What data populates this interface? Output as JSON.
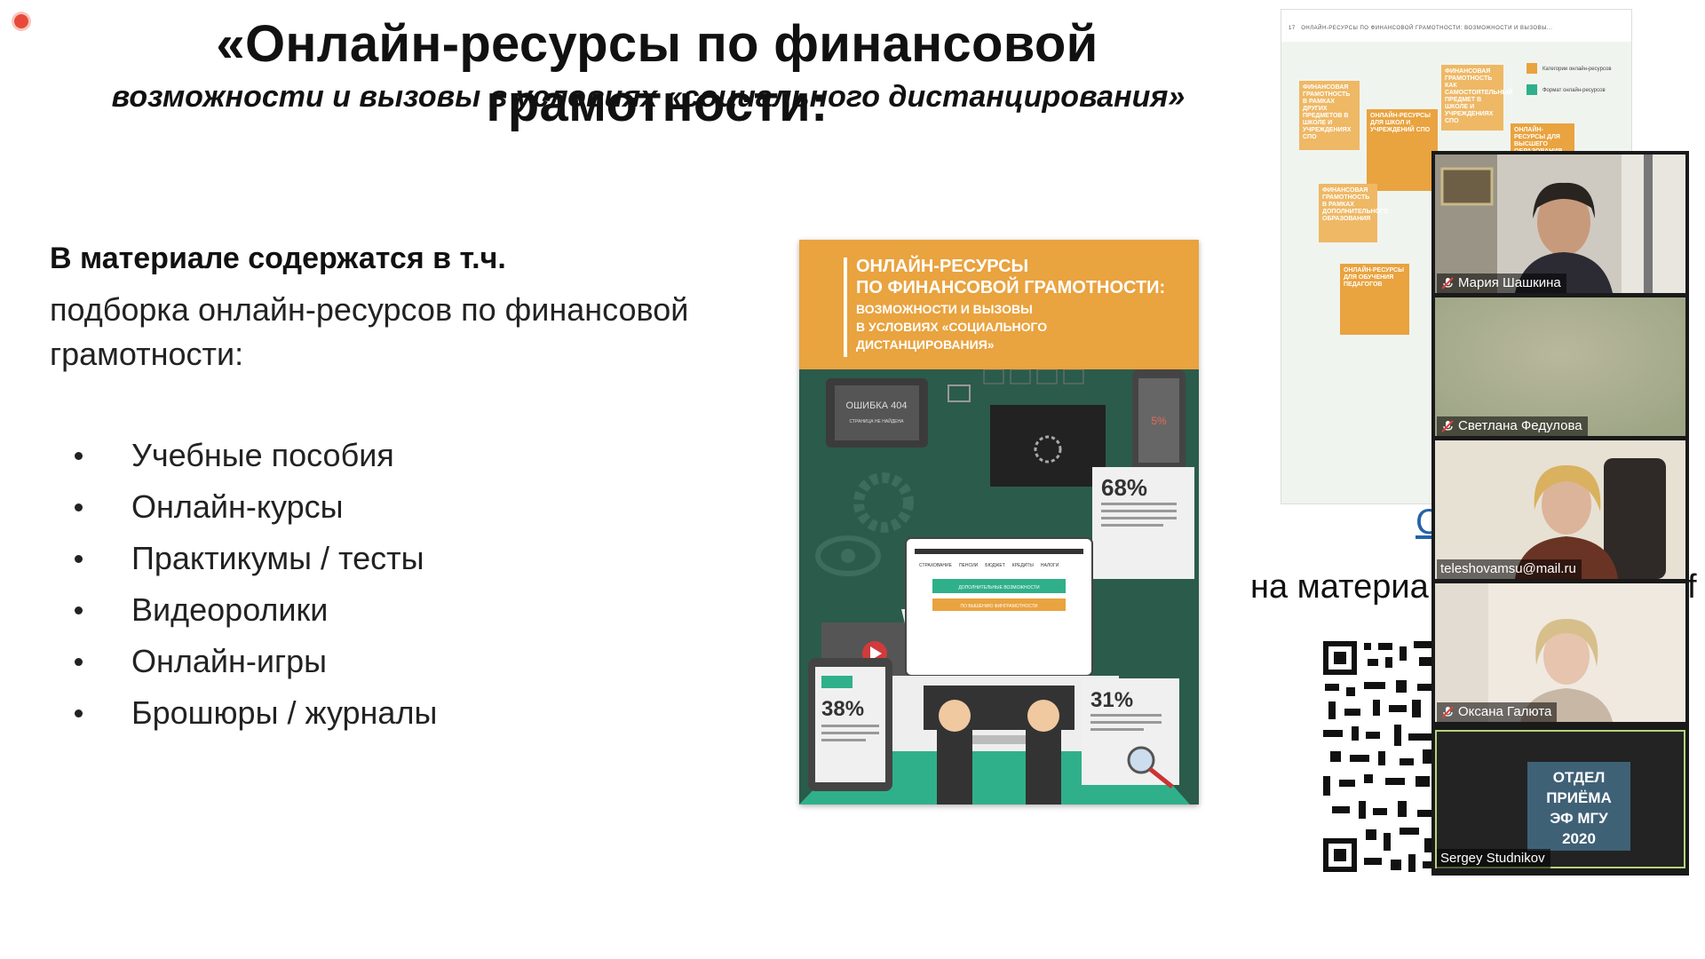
{
  "slide": {
    "title": "«Онлайн-ресурсы по финансовой грамотности:",
    "subtitle": "возможности и вызовы в условиях «социального дистанцирования»",
    "content_heading": "В материале содержатся в т.ч.",
    "content_description": "подборка онлайн-ресурсов по финансовой грамотности:",
    "bullets": [
      "Учебные пособия",
      "Онлайн-курсы",
      "Практикумы / тесты",
      "Видеоролики",
      "Онлайн-игры",
      "Брошюры / журналы"
    ]
  },
  "cover": {
    "title_line1": "ОНЛАЙН-РЕСУРСЫ",
    "title_line2": "ПО ФИНАНСОВОЙ ГРАМОТНОСТИ:",
    "subtitle_lines": [
      "ВОЗМОЖНОСТИ И ВЫЗОВЫ",
      "В УСЛОВИЯХ «СОЦИАЛЬНОГО",
      "ДИСТАНЦИРОВАНИЯ»"
    ],
    "error_text": "ОШИБКА 404",
    "error_sub": "СТРАНИЦА НЕ НАЙДЕНА",
    "battery": "5%",
    "stat_68": "68%",
    "stat_31": "31%",
    "stat_38": "38%",
    "btn_extra": "ДОПОЛНИТЕЛЬНЫЕ ВОЗМОЖНОСТИ",
    "btn_fin": "ПО ВЫШЕНИЮ ФИНГРАМОТНОСТИ",
    "menu_items": [
      "СТРАХОВАНИЕ",
      "ПЕНСИИ",
      "БЮДЖЕТ",
      "КРЕДИТЫ",
      "НАЛОГИ"
    ]
  },
  "shared": {
    "header": "ОНЛАЙН-РЕСУРСЫ ПО ФИНАНСОВОЙ ГРАМОТНОСТИ: ВОЗМОЖНОСТИ И ВЫЗОВЫ...",
    "page_number": "17",
    "boxes": [
      "ФИНАНСОВАЯ ГРАМОТНОСТЬ В РАМКАХ ДРУГИХ ПРЕДМЕТОВ В ШКОЛЕ И УЧРЕЖДЕНИЯХ СПО",
      "ОНЛАЙН-РЕСУРСЫ ДЛЯ ШКОЛ И УЧРЕЖДЕНИЙ СПО",
      "ФИНАНСОВАЯ ГРАМОТНОСТЬ КАК САМОСТОЯТЕЛЬНЫЙ ПРЕДМЕТ В ШКОЛЕ И УЧРЕЖДЕНИЯХ СПО",
      "ОНЛАЙН-РЕСУРСЫ ДЛЯ ВЫСШЕГО ОБРАЗОВАНИЯ",
      "ФИНАНСОВАЯ ГРАМОТНОСТЬ В РАМКАХ ДОПОЛНИТЕЛЬНОГО ОБРАЗОВАНИЯ",
      "ОНЛАЙН-РЕСУРСЫ ДЛЯ ОБУЧЕНИЯ ПЕДАГОГОВ"
    ],
    "legend": [
      "Категории онлайн-ресурсов",
      "Формат онлайн-ресурсов"
    ],
    "link_fragment": "С",
    "materials_text": "на материа",
    "materials_end": "f"
  },
  "participants": [
    {
      "name": "Мария Шашкина",
      "muted": true
    },
    {
      "name": "Светлана Федулова",
      "muted": true
    },
    {
      "name": "teleshovamsu@mail.ru",
      "muted": false
    },
    {
      "name": "Оксана Галюта",
      "muted": true
    },
    {
      "name": "Sergey Studnikov",
      "muted": false,
      "badge": [
        "ОТДЕЛ",
        "ПРИЁМА",
        "ЭФ МГУ",
        "2020"
      ]
    }
  ],
  "colors": {
    "accent_orange": "#e9a33f",
    "cover_green": "#2b5b4b",
    "teal": "#2fb08a",
    "link_blue": "#2563a8",
    "active_speaker": "#b5d47a"
  }
}
